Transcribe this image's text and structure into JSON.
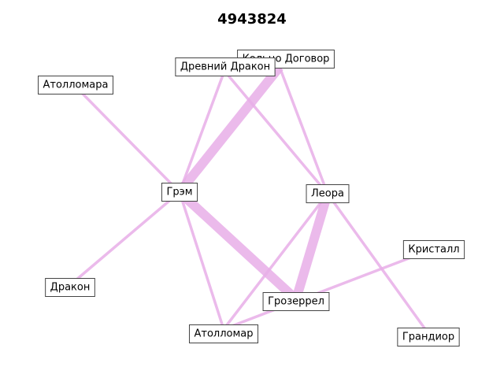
{
  "title": "4943824",
  "edge_color": "#e8aee8",
  "nodes": [
    {
      "id": "ring",
      "label": "Кольцо Договор"
    },
    {
      "id": "ancient",
      "label": "Древний Дракон"
    },
    {
      "id": "atollmara",
      "label": "Атолломара"
    },
    {
      "id": "grem",
      "label": "Грэм"
    },
    {
      "id": "leora",
      "label": "Леора"
    },
    {
      "id": "crystal",
      "label": "Кристалл"
    },
    {
      "id": "dragon",
      "label": "Дракон"
    },
    {
      "id": "grozerrel",
      "label": "Грозеррел"
    },
    {
      "id": "atollomar",
      "label": "Атолломар"
    },
    {
      "id": "grandior",
      "label": "Грандиор"
    }
  ],
  "edges": [
    {
      "source": "grem",
      "target": "ring",
      "weight": 5
    },
    {
      "source": "grem",
      "target": "grozerrel",
      "weight": 5
    },
    {
      "source": "leora",
      "target": "grozerrel",
      "weight": 5
    },
    {
      "source": "grem",
      "target": "ancient",
      "weight": 1
    },
    {
      "source": "grem",
      "target": "atollmara",
      "weight": 1
    },
    {
      "source": "grem",
      "target": "dragon",
      "weight": 1
    },
    {
      "source": "grem",
      "target": "atollomar",
      "weight": 1
    },
    {
      "source": "ancient",
      "target": "leora",
      "weight": 1
    },
    {
      "source": "ring",
      "target": "leora",
      "weight": 1
    },
    {
      "source": "leora",
      "target": "atollomar",
      "weight": 1
    },
    {
      "source": "leora",
      "target": "grandior",
      "weight": 1
    },
    {
      "source": "crystal",
      "target": "atollomar",
      "weight": 1
    }
  ]
}
